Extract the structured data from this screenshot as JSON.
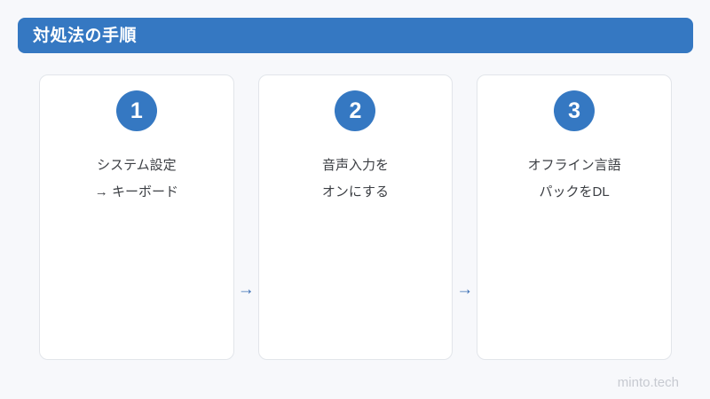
{
  "banner": {
    "title": "対処法の手順",
    "color": "#3578c2"
  },
  "steps": [
    {
      "number": "1",
      "line1": "システム設定",
      "line2": "→ キーボード"
    },
    {
      "number": "2",
      "line1": "音声入力を",
      "line2": "オンにする"
    },
    {
      "number": "3",
      "line1": "オフライン言語",
      "line2": "パックをDL"
    }
  ],
  "connectors": [
    {
      "glyph": "→"
    },
    {
      "glyph": "→"
    }
  ],
  "footer": {
    "watermark": "minto.tech"
  },
  "theme": {
    "background": "#f7f8fb",
    "accent": "#3578c2",
    "card_background": "#ffffff",
    "card_border": "#e2e5ea",
    "text": "#3c3f44",
    "arrow": "#3b6fb5",
    "watermark": "#c7cad1"
  }
}
